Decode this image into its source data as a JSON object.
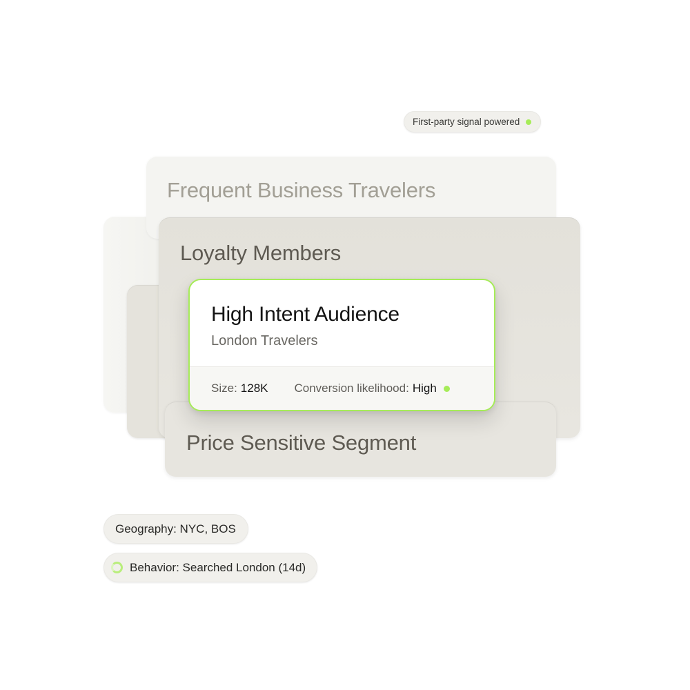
{
  "badge": {
    "label": "First-party signal powered",
    "status_color": "#a6ec58"
  },
  "segments": {
    "frequent": {
      "title": "Frequent Business Travelers"
    },
    "loyalty": {
      "title": "Loyalty Members"
    },
    "price": {
      "title": "Price Sensitive Segment"
    }
  },
  "main_card": {
    "title": "High Intent Audience",
    "subtitle": "London Travelers",
    "size_label": "Size:",
    "size_value": "128K",
    "conversion_label": "Conversion likelihood:",
    "conversion_value": "High",
    "status_color": "#a6ec58",
    "border_color": "#a6ec58"
  },
  "filters": [
    {
      "label": "Geography: NYC, BOS"
    },
    {
      "label": "Behavior: Searched London (14d)",
      "icon": "progress-ring-icon"
    }
  ]
}
